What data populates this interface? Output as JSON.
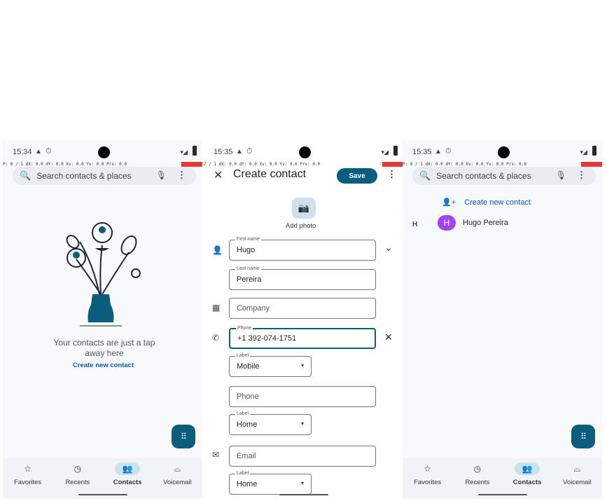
{
  "panel1": {
    "status": {
      "time": "15:34",
      "warn": "▲",
      "alarm": "⏱",
      "signal": "▾◢"
    },
    "debug": "P: 0 / 1     dX: 0.0     dY: 0.0     Xv: 0.0     Yv: 0.0     Prs: 0.0",
    "search": {
      "icon": "search-icon",
      "placeholder": "Search contacts & places",
      "mic": "🎙",
      "more": "⋮"
    },
    "empty_text": "Your contacts are just a tap away here",
    "create_link": "Create new contact",
    "fab": "⠿"
  },
  "panel2": {
    "status": {
      "time": "15:35",
      "warn": "▲",
      "alarm": "⏱",
      "signal": "▾◢"
    },
    "debug": "7 / 1     dX: 0.0     dY: 0.0     Xv: 0.0     Yv: 0.0     Prs: 0.0",
    "close": "✕",
    "title": "Create contact",
    "save": "Save",
    "more": "⋮",
    "add_photo_icon": "📷",
    "add_photo": "Add photo",
    "first_name_label": "First name",
    "first_name": "Hugo",
    "last_name_label": "Last name",
    "last_name": "Pereira",
    "expand": "⌄",
    "company": "Company",
    "phone_label": "Phone",
    "phone": "+1 392-074-1751",
    "clear": "✕",
    "label_tag": "Label",
    "phone_type": "Mobile",
    "phone2": "Phone",
    "phone2_type": "Home",
    "email": "Email",
    "email_type": "Home",
    "dropdown": "▾",
    "icons": {
      "person": "👤",
      "company": "▦",
      "phone": "✆",
      "email": "✉"
    }
  },
  "panel3": {
    "status": {
      "time": "15:35",
      "warn": "▲",
      "alarm": "⏱",
      "signal": "▾◢"
    },
    "debug": "P: 0 / 1     dX: 0.0     dY: 0.0     Xv: 0.0     Yv: 0.0     Prs: 0.0",
    "search": {
      "placeholder": "Search contacts & places",
      "mic": "🎙",
      "more": "⋮"
    },
    "create_link": "Create new contact",
    "add_icon": "👤+",
    "letter": "H",
    "contact": {
      "initial": "H",
      "name": "Hugo Pereira"
    },
    "fab": "⠿"
  },
  "nav": [
    {
      "label": "Favorites",
      "icon": "☆"
    },
    {
      "label": "Recents",
      "icon": "◷"
    },
    {
      "label": "Contacts",
      "icon": "👥"
    },
    {
      "label": "Voicemail",
      "icon": "⌓"
    }
  ],
  "colors": {
    "accent": "#0a5d7c",
    "link": "#0b57d0",
    "avatar": "#a142f4"
  }
}
